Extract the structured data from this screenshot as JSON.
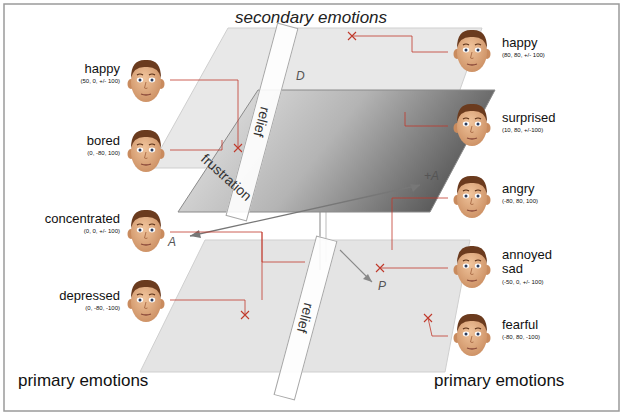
{
  "diagram": {
    "title": "secondary emotions",
    "nodes": [
      {
        "text": [
          "relief"
        ]
      },
      {
        "text": [
          "relief"
        ]
      }
    ],
    "labels": [
      "happy",
      "(50, 0, +/- 100)",
      "bored",
      "(0, -80, 100)",
      "concentrated",
      "(0, 0, +/- 100)",
      "depressed",
      "(0, -80, -100)",
      "happy",
      "(80, 80, +/- 100)",
      "surprised",
      "(10, 80, +/-100)",
      "angry",
      "(-80, 80, 100)",
      "annoyed sad",
      "(-50, 0, +/- 100)",
      "fearful",
      "(-80, 80, -100)",
      "frustration",
      "A",
      "+A",
      "D",
      "P",
      "primary emotions",
      "primary emotions"
    ]
  }
}
